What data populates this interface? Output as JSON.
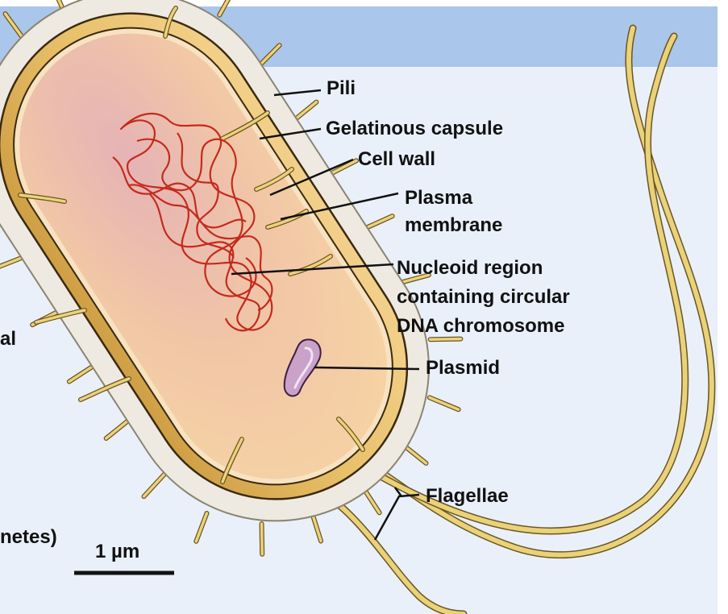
{
  "diagram": {
    "labels": {
      "pili": "Pili",
      "capsule": "Gelatinous capsule",
      "cell_wall": "Cell wall",
      "plasma_membrane": "Plasma\nmembrane",
      "nucleoid": "Nucleoid region\ncontaining circular\nDNA chromosome",
      "plasmid": "Plasmid",
      "flagellae": "Flagellae"
    },
    "scale_bar_label": "1 µm",
    "clipped_left_text": {
      "upper": "al",
      "lower": "netes)"
    },
    "colors": {
      "top_band": "#aac6ea",
      "background": "#e9f0fa",
      "capsule": "#eeeae2",
      "cell_wall": "#dcb25b",
      "cytoplasm": "#f0c3a4",
      "dna": "#c52a1c",
      "plasmid": "#c9a1c9",
      "pili": "#ecd27c",
      "flagella": "#e8cf6c"
    }
  }
}
